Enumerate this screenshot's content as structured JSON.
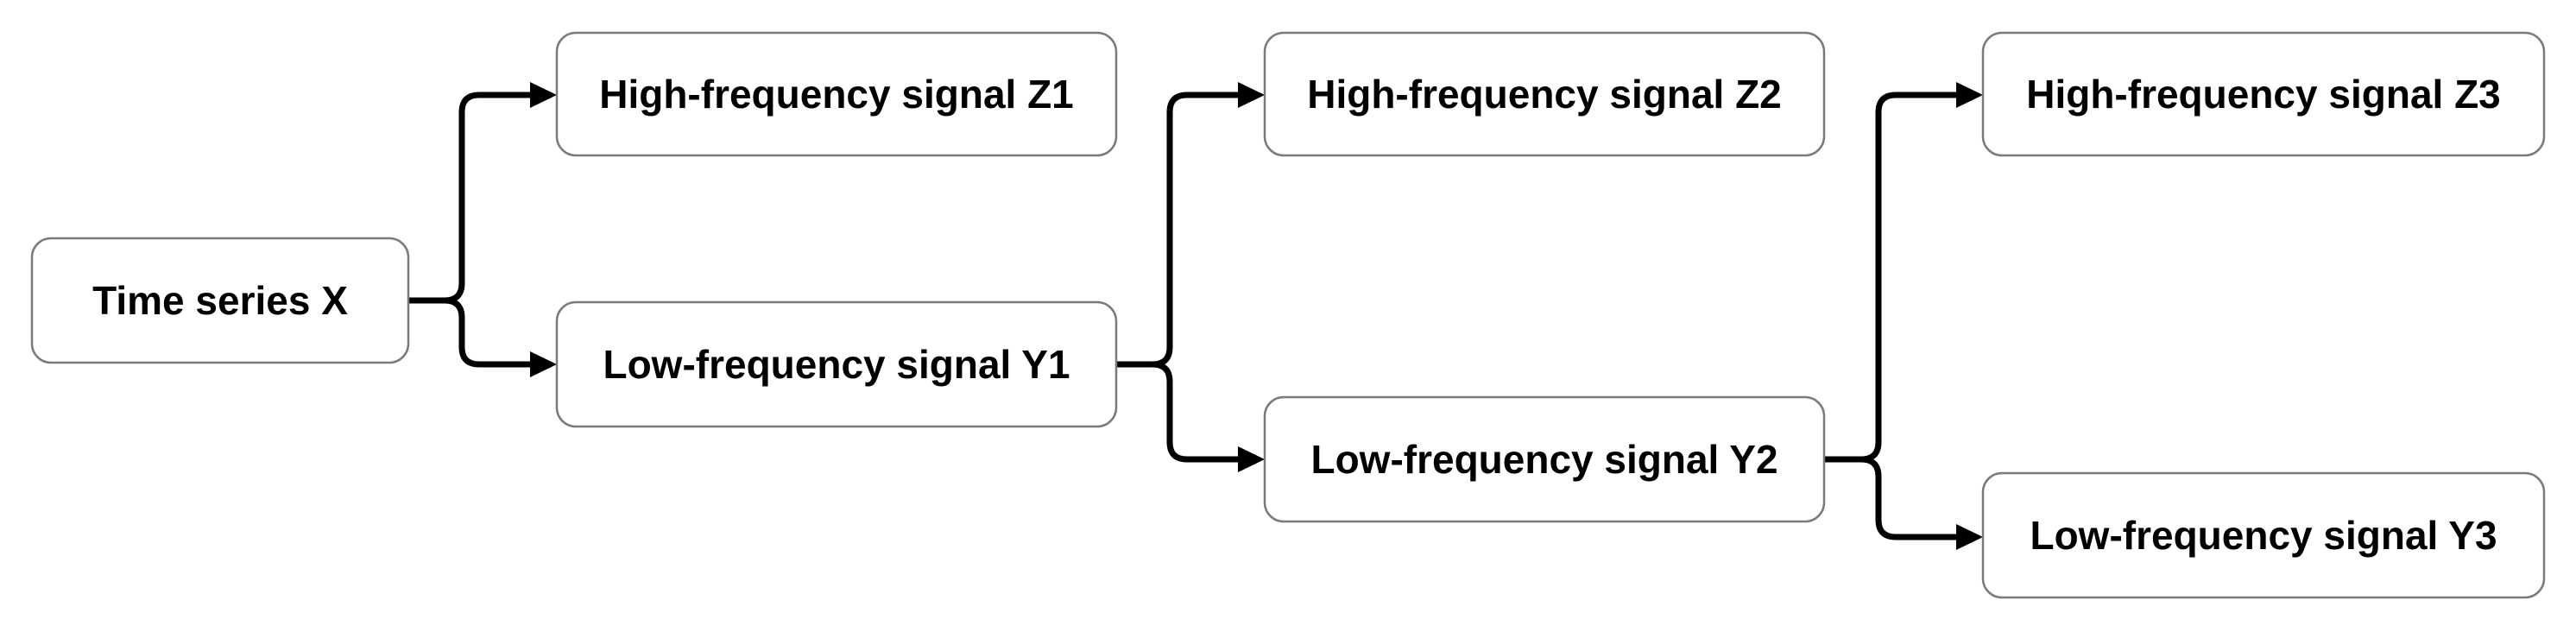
{
  "diagram": {
    "nodes": [
      {
        "id": "x",
        "label": "Time series X"
      },
      {
        "id": "z1",
        "label": "High-frequency signal Z1"
      },
      {
        "id": "y1",
        "label": "Low-frequency signal Y1"
      },
      {
        "id": "z2",
        "label": "High-frequency signal Z2"
      },
      {
        "id": "y2",
        "label": "Low-frequency signal Y2"
      },
      {
        "id": "z3",
        "label": "High-frequency signal Z3"
      },
      {
        "id": "y3",
        "label": "Low-frequency signal Y3"
      }
    ],
    "edges": [
      {
        "from": "x",
        "to": "z1"
      },
      {
        "from": "x",
        "to": "y1"
      },
      {
        "from": "y1",
        "to": "z2"
      },
      {
        "from": "y1",
        "to": "y2"
      },
      {
        "from": "y2",
        "to": "z3"
      },
      {
        "from": "y2",
        "to": "y3"
      }
    ],
    "colors": {
      "node_border": "#7a7a7a",
      "node_fill": "#ffffff",
      "edge": "#000000",
      "text": "#000000"
    }
  }
}
